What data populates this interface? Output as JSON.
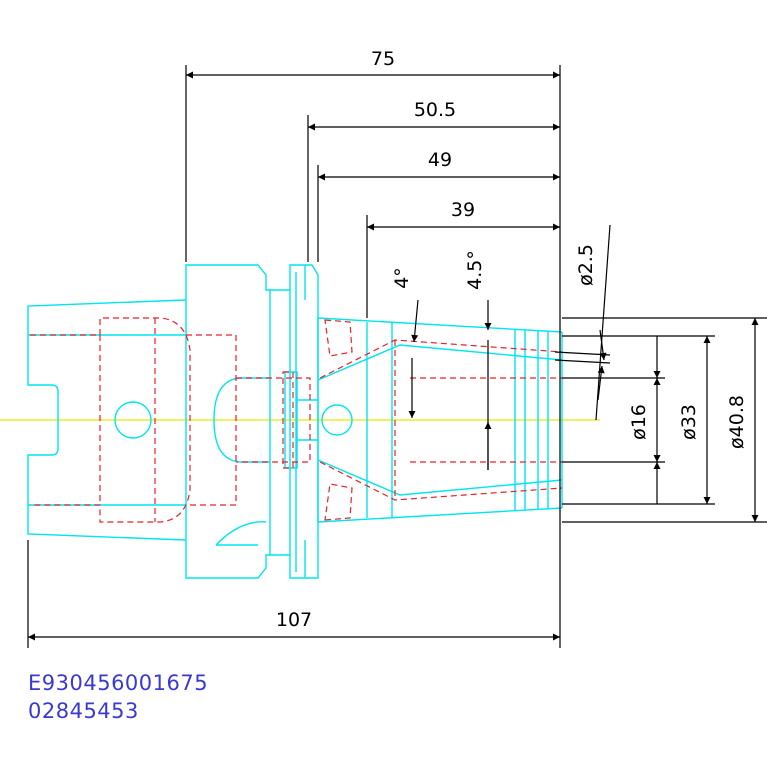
{
  "dimensions": {
    "d75": "75",
    "d50_5": "50.5",
    "d49": "49",
    "d39": "39",
    "d107": "107",
    "angle4": "4°",
    "angle4_5": "4.5°",
    "dia2_5": "ø2.5",
    "dia16": "ø16",
    "dia33": "ø33",
    "dia40_8": "ø40.8"
  },
  "codes": {
    "part_number": "E930456001675",
    "order_number": "02845453"
  },
  "colors": {
    "outline": "#00e5f0",
    "hidden": "#e8202a",
    "centerline": "#e8e800",
    "dimension": "#000000",
    "code_text": "#3a3ad0"
  }
}
